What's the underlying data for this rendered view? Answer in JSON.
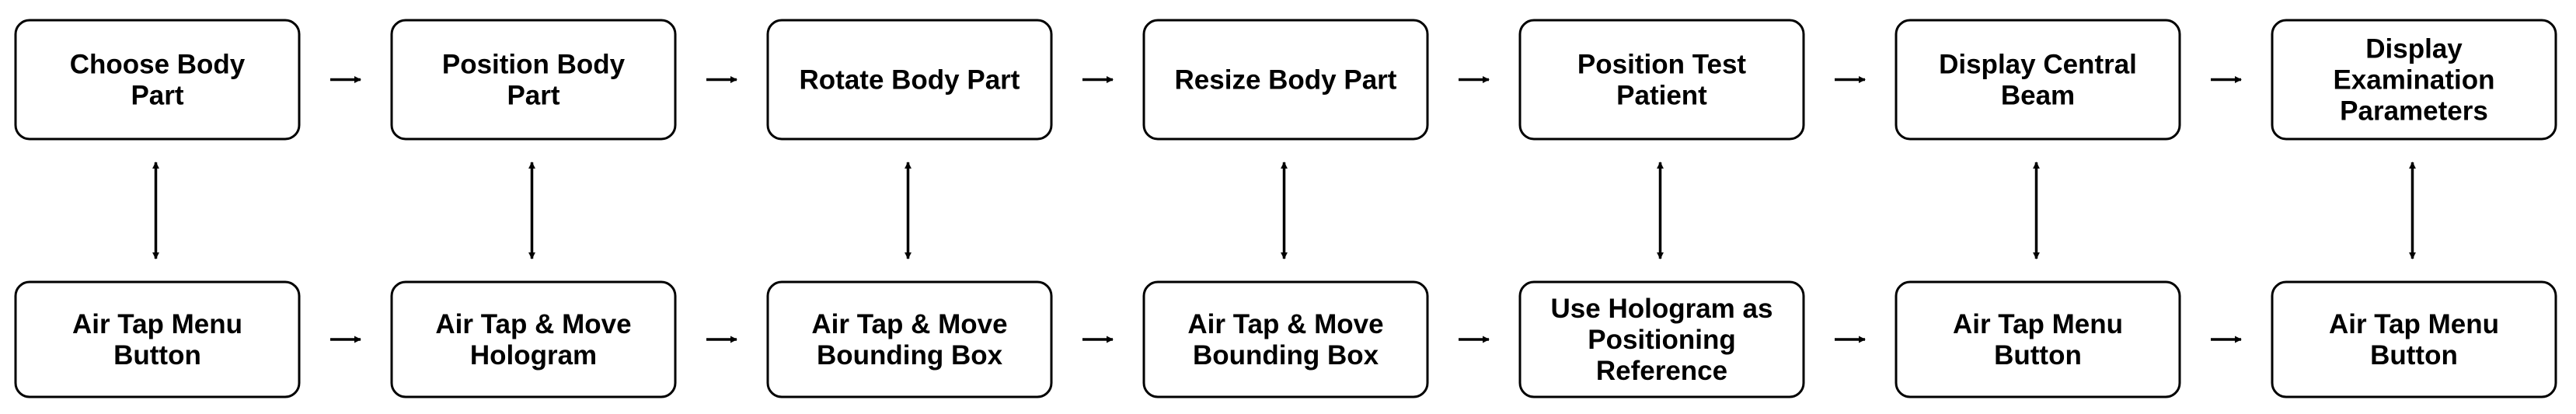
{
  "diagram": {
    "top_row": [
      {
        "lines": [
          "Choose Body",
          "Part"
        ]
      },
      {
        "lines": [
          "Position Body",
          "Part"
        ]
      },
      {
        "lines": [
          "Rotate Body Part"
        ]
      },
      {
        "lines": [
          "Resize Body Part"
        ]
      },
      {
        "lines": [
          "Position Test",
          "Patient"
        ]
      },
      {
        "lines": [
          "Display Central",
          "Beam"
        ]
      },
      {
        "lines": [
          "Display",
          "Examination",
          "Parameters"
        ]
      }
    ],
    "bottom_row": [
      {
        "lines": [
          "Air Tap Menu",
          "Button"
        ]
      },
      {
        "lines": [
          "Air Tap & Move",
          "Hologram"
        ]
      },
      {
        "lines": [
          "Air Tap & Move",
          "Bounding Box"
        ]
      },
      {
        "lines": [
          "Air Tap & Move",
          "Bounding Box"
        ]
      },
      {
        "lines": [
          "Use Hologram as",
          "Positioning",
          "Reference"
        ]
      },
      {
        "lines": [
          "Air Tap Menu",
          "Button"
        ]
      },
      {
        "lines": [
          "Air Tap Menu",
          "Button"
        ]
      }
    ]
  }
}
